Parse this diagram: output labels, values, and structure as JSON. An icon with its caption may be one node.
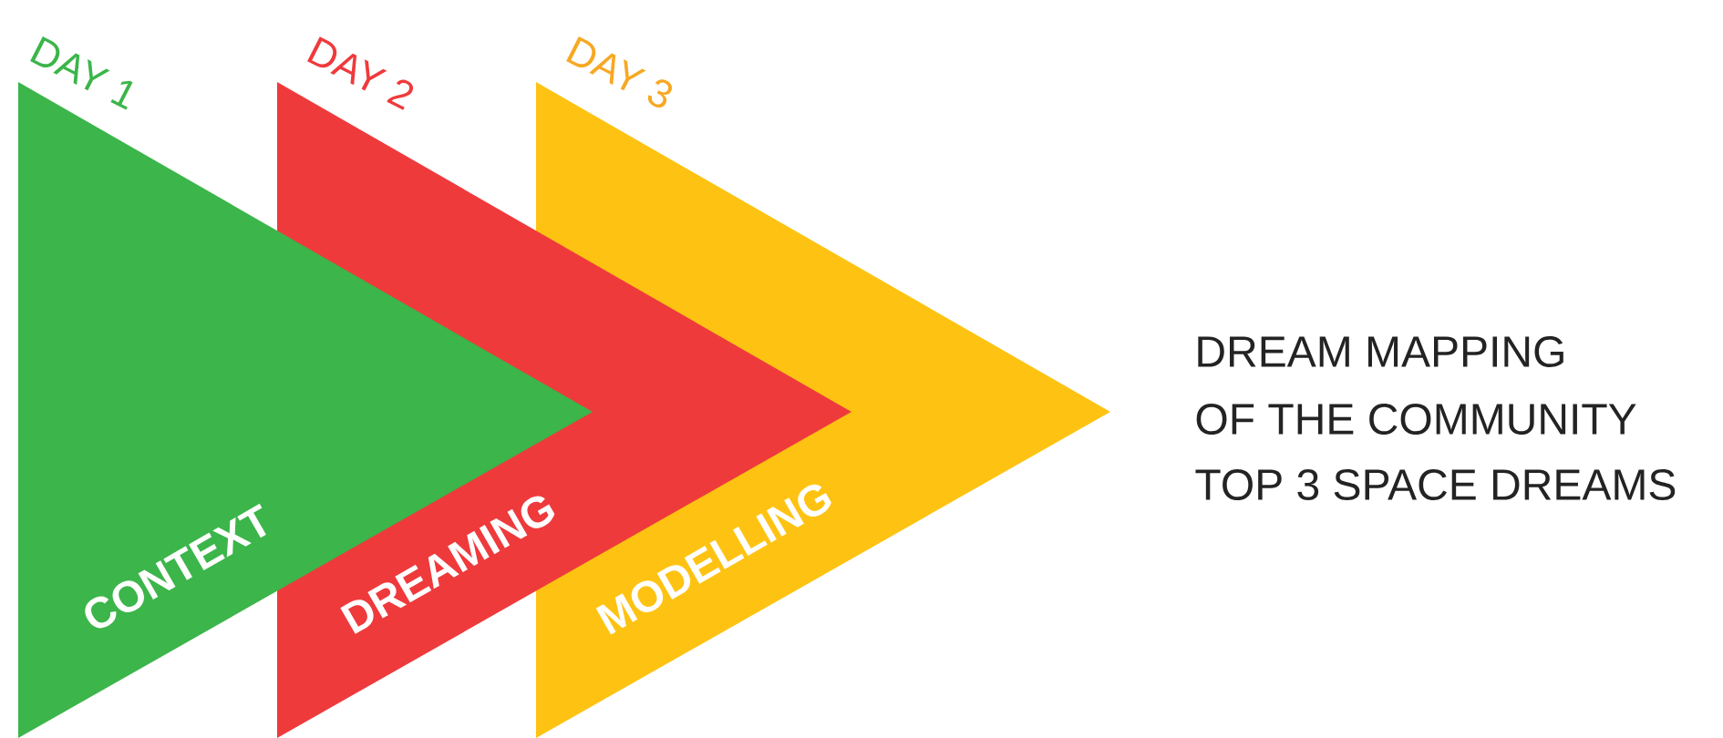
{
  "diagram": {
    "nodes": [
      {
        "text": [
          "DAY 1",
          "CONTEXT"
        ]
      },
      {
        "text": [
          "DAY 2",
          "DREAMING"
        ]
      },
      {
        "text": [
          "DAY 3",
          "MODELLING"
        ]
      }
    ],
    "labels": [
      "DREAM MAPPING",
      "OF THE COMMUNITY",
      "TOP 3 SPACE DREAMS"
    ]
  }
}
